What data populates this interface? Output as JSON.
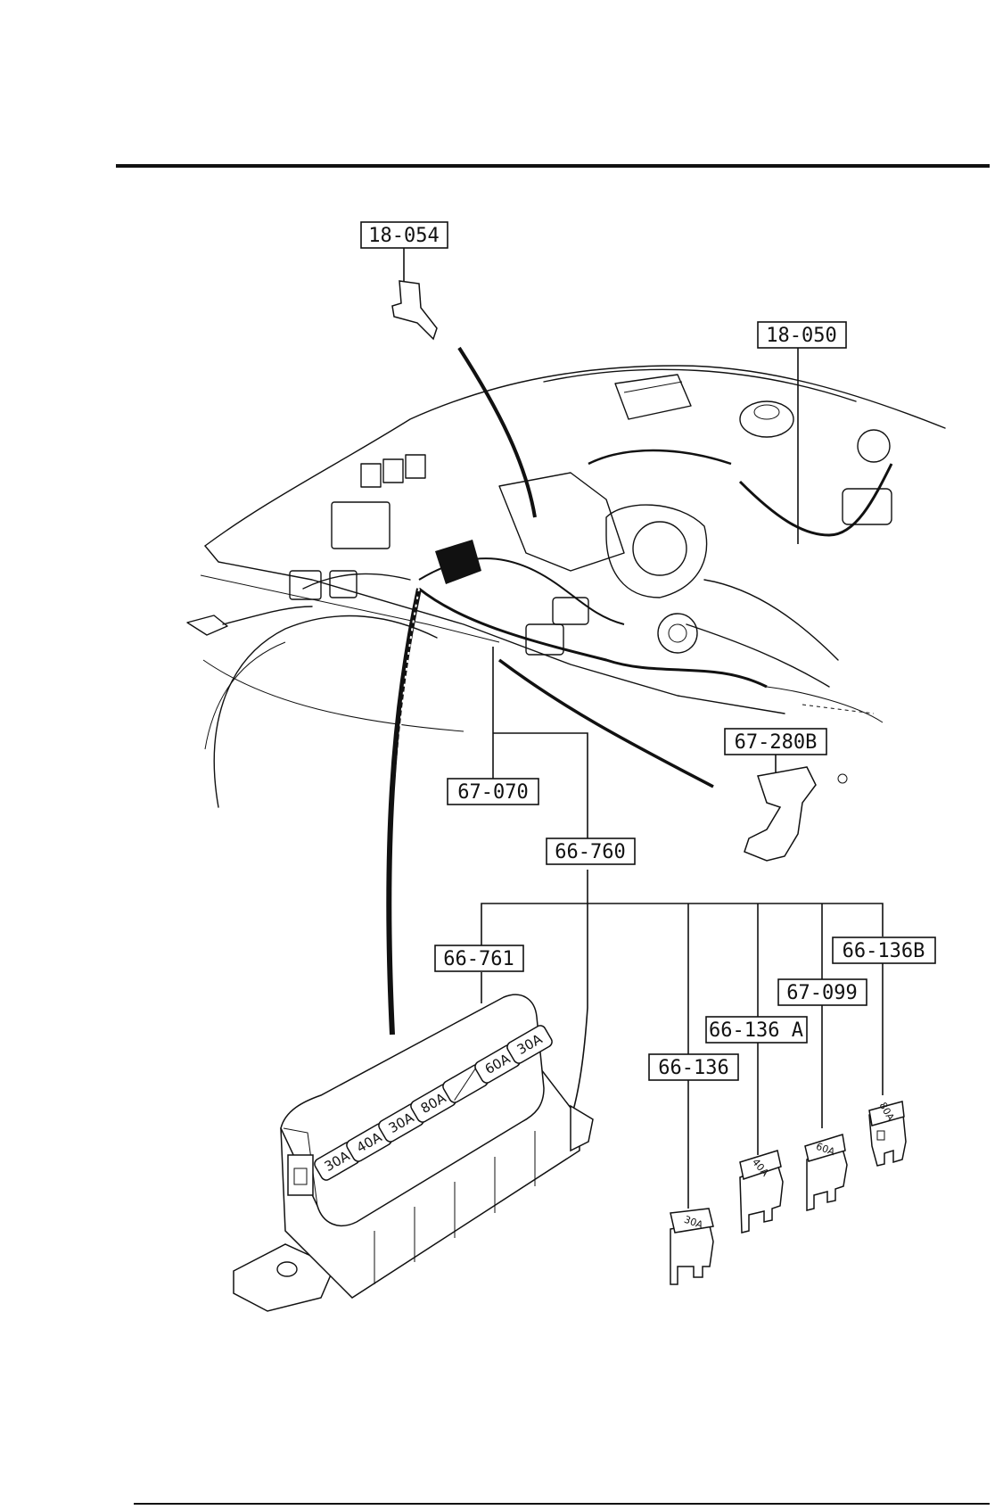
{
  "labels": {
    "l18054": "18-054",
    "l18050": "18-050",
    "l67070": "67-070",
    "l67280b": "67-280B",
    "l66760": "66-760",
    "l66761": "66-761",
    "l66136b": "66-136B",
    "l67099": "67-099",
    "l66136a": "66-136 A",
    "l66136": "66-136"
  },
  "fuse_block_slots": [
    "30A",
    "40A",
    "30A",
    "80A",
    "",
    "60A",
    "30A"
  ],
  "loose_fuses": {
    "f66136": "30A",
    "f66136a": "40A",
    "f67099": "60A",
    "f66136b": "80A"
  },
  "colors": {
    "ink": "#111111",
    "paper": "#ffffff"
  }
}
